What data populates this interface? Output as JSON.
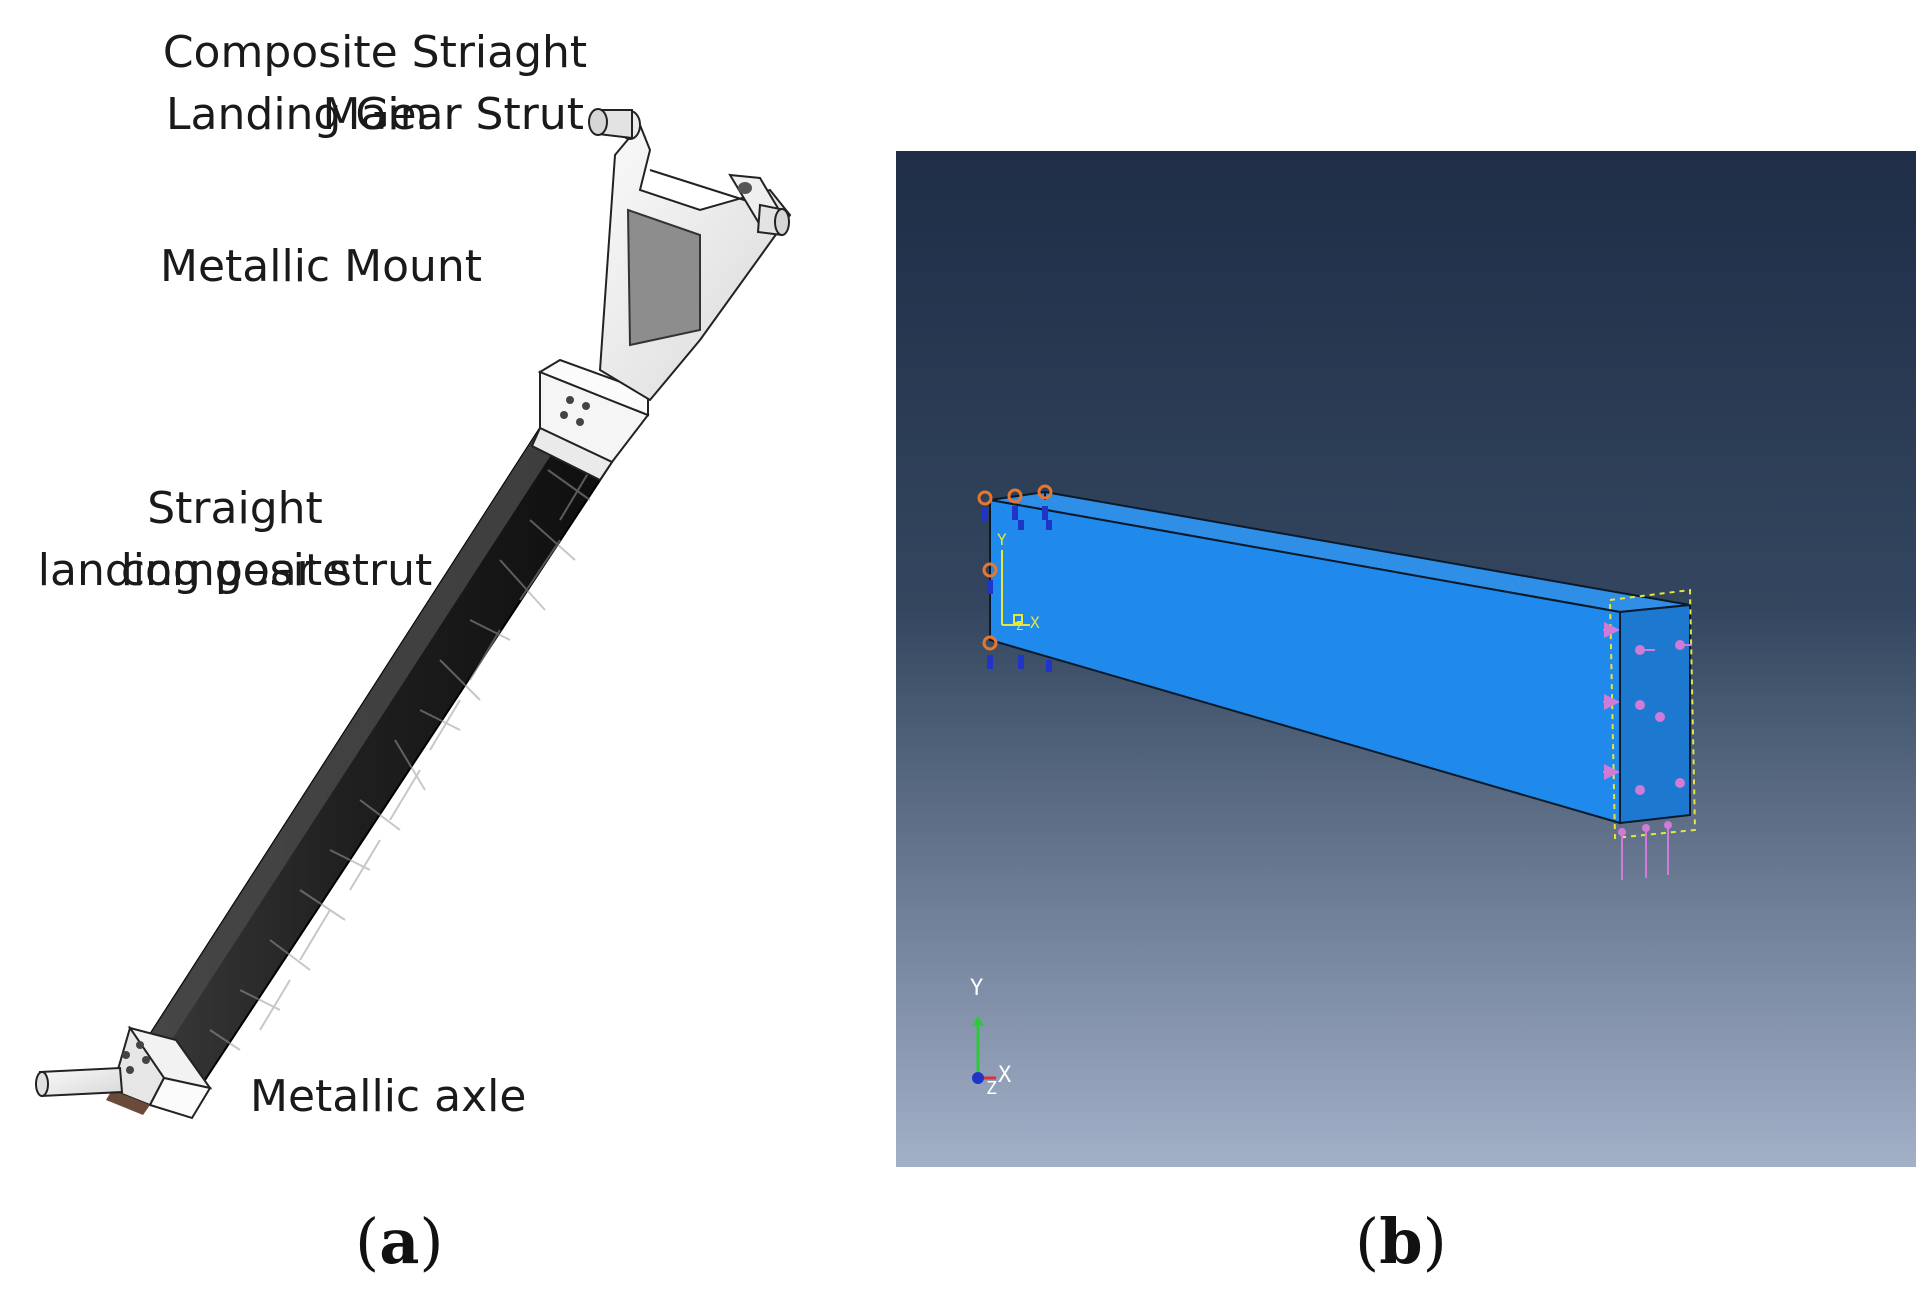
{
  "panel_a": {
    "labels": {
      "strut_title_line1": "Composite Striaght Main",
      "strut_title_line2": "Landing Gear Strut",
      "mount": "Metallic Mount",
      "strut_line1": "Straight composite",
      "strut_line2": "landing gear strut",
      "axle": "Metallic axle"
    },
    "caption_open": "(",
    "caption_letter": "a",
    "caption_close": ")"
  },
  "panel_b": {
    "axis_labels": {
      "y": "Y",
      "x": "X",
      "z": "Z"
    },
    "model_axis_labels": {
      "y": "Y",
      "x": "X",
      "z": "Z"
    },
    "colors": {
      "bg_top": "#1f2d47",
      "bg_bottom": "#a2b0c8",
      "beam_face": "#1f8aec",
      "beam_top": "#2f8ee6",
      "beam_end": "#1d78cf",
      "bc_orange": "#e8762c",
      "bc_blue": "#1f35c8",
      "load_pink": "#d07bd8",
      "ref_yellow": "#e6e63c"
    },
    "caption_open": "(",
    "caption_letter": "b",
    "caption_close": ")"
  }
}
